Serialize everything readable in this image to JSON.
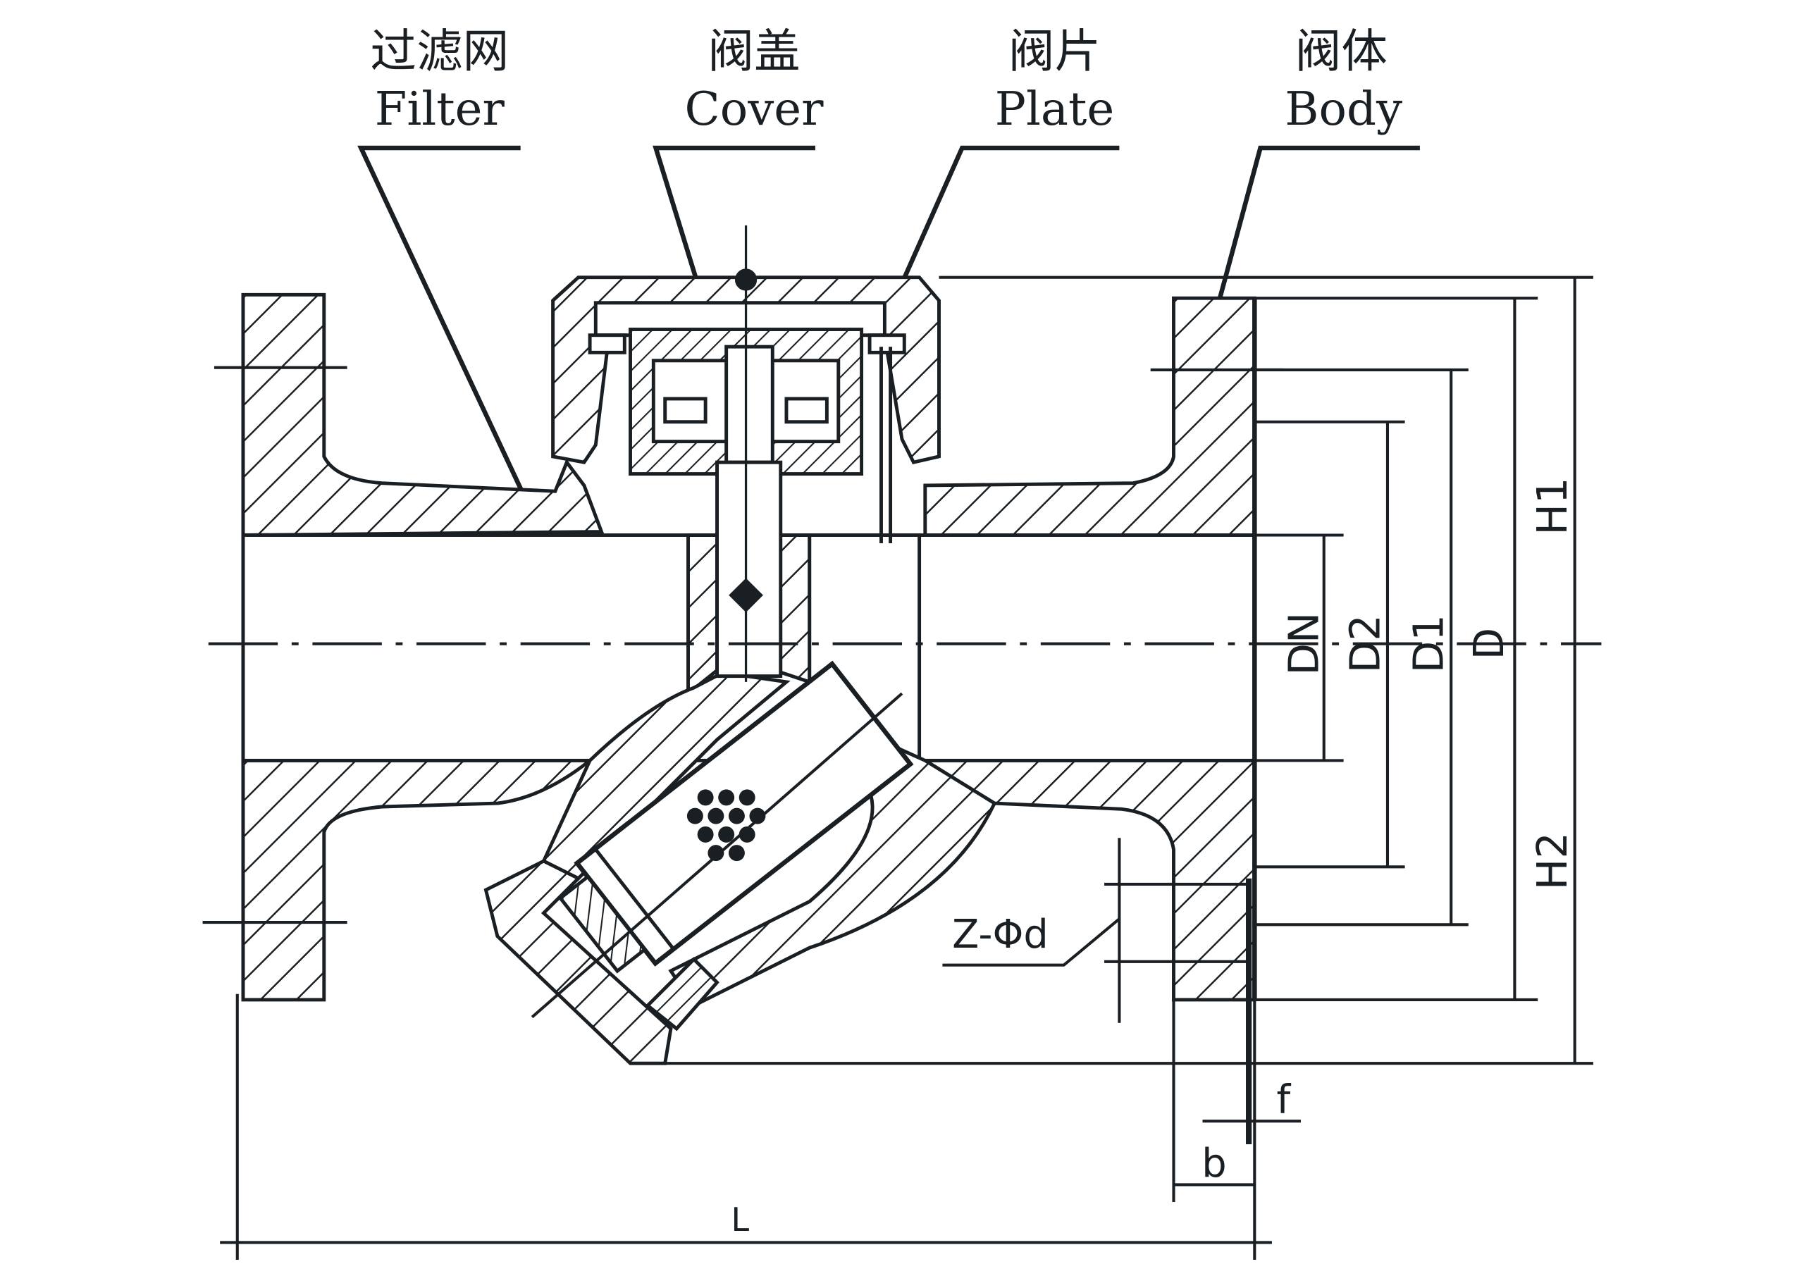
{
  "labels": {
    "filter": {
      "zh": "过滤网",
      "en": "Filter"
    },
    "cover": {
      "zh": "阀盖",
      "en": "Cover"
    },
    "plate": {
      "zh": "阀片",
      "en": "Plate"
    },
    "body": {
      "zh": "阀体",
      "en": "Body"
    }
  },
  "dimensions": {
    "dn": "DN",
    "d2": "D2",
    "d1": "D1",
    "d": "D",
    "h1": "H1",
    "h2": "H2",
    "bolt": "Z-Φd",
    "b": "b",
    "f": "f",
    "l": "L"
  },
  "colors": {
    "line": "#1a1f24",
    "background": "#ffffff"
  }
}
